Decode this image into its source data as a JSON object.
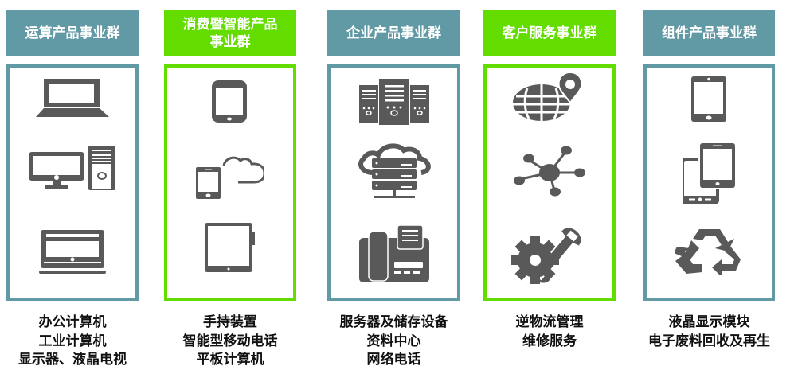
{
  "colors": {
    "teal": "#6199A4",
    "green": "#63DD00",
    "icon": "#595959"
  },
  "groups": [
    {
      "title": "运算产品事业群",
      "style": "teal",
      "icons": [
        "laptop-icon",
        "desktop-tower-icon",
        "all-in-one-monitor-icon"
      ],
      "items": [
        "办公计算机",
        "工业计算机",
        "显示器、液晶电视"
      ]
    },
    {
      "title_line1": "消费暨智能产品",
      "title_line2": "事业群",
      "style": "green",
      "icons": [
        "handheld-device-icon",
        "smartphone-cloud-icon",
        "tablet-icon"
      ],
      "items": [
        "手持装置",
        "智能型移动电话",
        "平板计算机"
      ]
    },
    {
      "title": "企业产品事业群",
      "style": "teal",
      "icons": [
        "server-rack-icon",
        "cloud-data-center-icon",
        "office-phone-icon"
      ],
      "items": [
        "服务器及储存设备",
        "资料中心",
        "网络电话"
      ]
    },
    {
      "title": "客户服务事业群",
      "style": "green",
      "icons": [
        "globe-location-icon",
        "network-hub-icon",
        "wrench-gear-icon"
      ],
      "items": [
        "逆物流管理",
        "维修服务"
      ]
    },
    {
      "title": "组件产品事业群",
      "style": "teal",
      "icons": [
        "lcd-tablet-icon",
        "devices-icon",
        "recycle-icon"
      ],
      "items": [
        "液晶显示模块",
        "电子废料回收及再生"
      ]
    }
  ]
}
